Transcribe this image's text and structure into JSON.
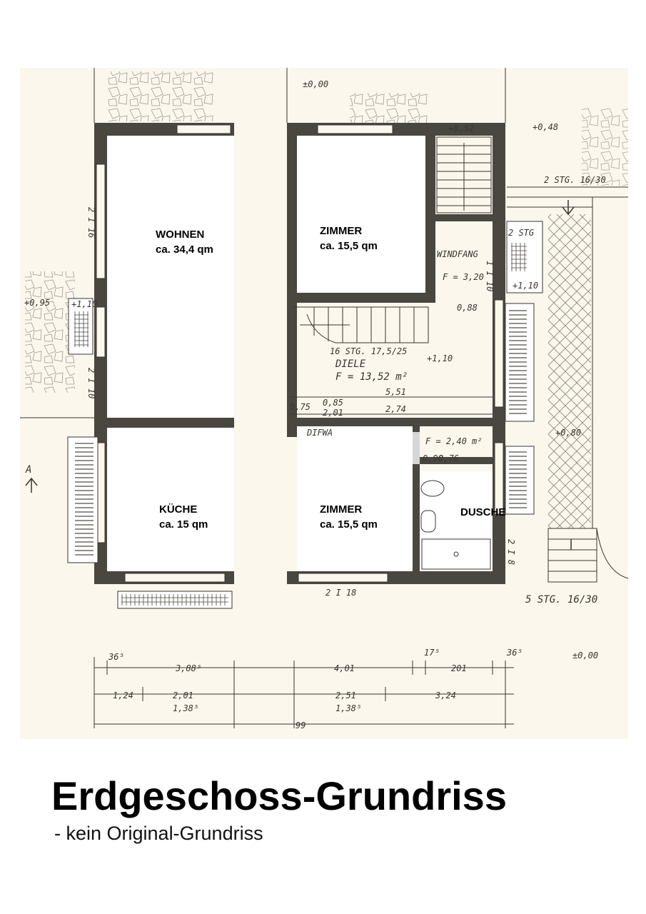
{
  "title": "Erdgeschoss-Grundriss",
  "subtitle": "- kein Original-Grundriss",
  "rooms": {
    "wohnen": {
      "name": "WOHNEN",
      "area": "ca. 34,4 qm"
    },
    "zimmer_top": {
      "name": "ZIMMER",
      "area": "ca. 15,5 qm"
    },
    "kueche": {
      "name": "KÜCHE",
      "area": "ca. 15 qm"
    },
    "zimmer_bottom": {
      "name": "ZIMMER",
      "area": "ca. 15,5 qm"
    },
    "dusche": {
      "name": "DUSCHE"
    }
  },
  "annotations": {
    "level_top": "±0,00",
    "level_052": "+0,52",
    "level_048": "+0,48",
    "level_095": "+0,95",
    "level_110_left": "+1,10",
    "level_110_right": "+1,10",
    "level_110_diele": "+1,10",
    "level_080": "+0,80",
    "level_bottom": "±0,00",
    "windfang": "WINDFANG",
    "windfang_area": "F = 3,20",
    "stairs_upper": "2 STG. 16/30",
    "stairs_lower": "5 STG. 16/30",
    "stairs_inner": "16 STG. 17,5/25",
    "stg_small": "2 STG",
    "diele": "DIELE",
    "diele_area": "F = 13,52 m²",
    "dim_551": "5,51",
    "dim_274": "2,74",
    "dim_085": "0,85",
    "dim_201": "2,01",
    "dim_088": "0,88",
    "dim_075": "0,75",
    "dim_076": "0,76",
    "dim_090": "0,90",
    "f_240": "F = 2,40 m²",
    "difwa": "DIFWA",
    "beam_2i16": "2 I 16",
    "beam_2i10": "2 I 10",
    "beam_2i18": "2 I 18",
    "beam_2i8": "2 I 8",
    "beam_1i10": "1 I 10",
    "label_a": "A",
    "dim_365_left": "36⁵",
    "dim_3885": "3,88⁵",
    "dim_124": "1,24",
    "dim_201b": "2,01",
    "dim_1385_left": "1,38⁵",
    "dim_401": "4,01",
    "dim_175": "17⁵",
    "dim_201c": "201",
    "dim_365_right": "36⁵",
    "dim_251": "2,51",
    "dim_1385_right": "1,38⁵",
    "dim_324": "3,24",
    "dim_99": "99"
  },
  "colors": {
    "paper": "#fbf7ec",
    "wall": "#4a4640",
    "line": "#3a3630",
    "hatch": "#7a746a"
  }
}
